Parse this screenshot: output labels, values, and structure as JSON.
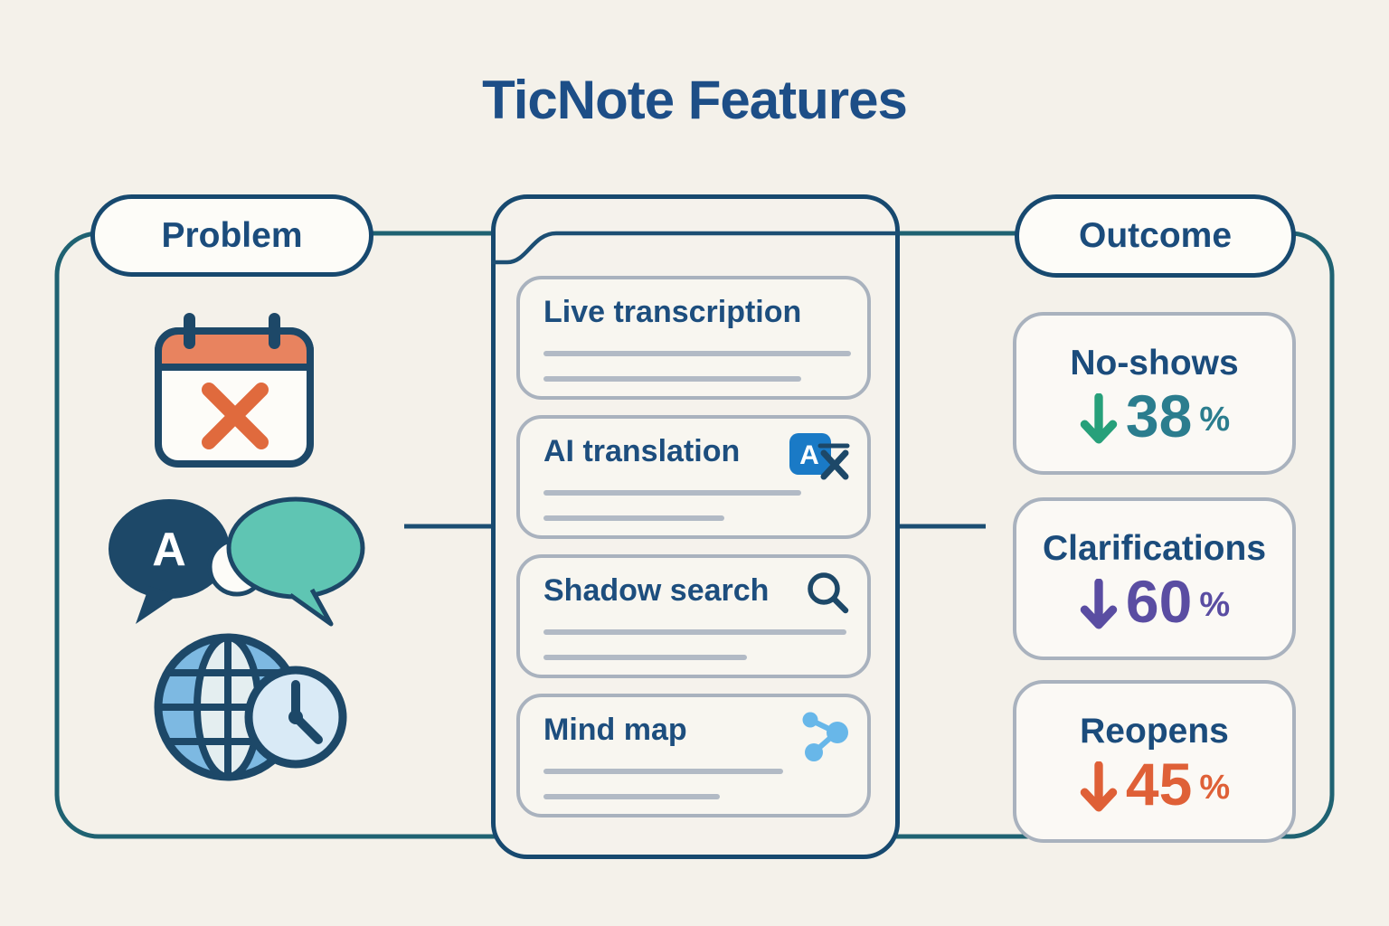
{
  "title": "TicNote Features",
  "palette": {
    "navy_outline": "#1d4868",
    "heading_blue": "#1d4e87",
    "container_teal": "#1f6272",
    "connector_navy": "#1c4e73",
    "box_border_gray": "#a9b2be",
    "placeholder_gray": "#b2bac5",
    "calendar_orange": "#e8835f",
    "cross_orange": "#e06a3d",
    "bubble_teal": "#5fc5b3",
    "globe_blue": "#7db9e2",
    "translate_blue": "#1a7ac6",
    "mindmap_light_blue": "#68b7e9"
  },
  "problem": {
    "label": "Problem",
    "bubble_letter": "A",
    "icons": [
      "missed-meeting-calendar-icon",
      "translation-chat-bubbles-icon",
      "global-time-zones-icon"
    ]
  },
  "features": {
    "items": [
      {
        "label": "Live transcription"
      },
      {
        "label": "AI translation",
        "icon": "translate-icon",
        "icon_letter": "A"
      },
      {
        "label": "Shadow search",
        "icon": "search-icon"
      },
      {
        "label": "Mind map",
        "icon": "mind-map-icon"
      }
    ]
  },
  "outcome": {
    "label": "Outcome",
    "stats": [
      {
        "label": "No-shows",
        "direction": "down",
        "value": "38",
        "unit": "%",
        "value_color": "#2b7d8e",
        "arrow_color": "#27a07a"
      },
      {
        "label": "Clarifications",
        "direction": "down",
        "value": "60",
        "unit": "%",
        "value_color": "#5a4da2",
        "arrow_color": "#5a4da2"
      },
      {
        "label": "Reopens",
        "direction": "down",
        "value": "45",
        "unit": "%",
        "value_color": "#df6037",
        "arrow_color": "#df6037"
      }
    ]
  }
}
